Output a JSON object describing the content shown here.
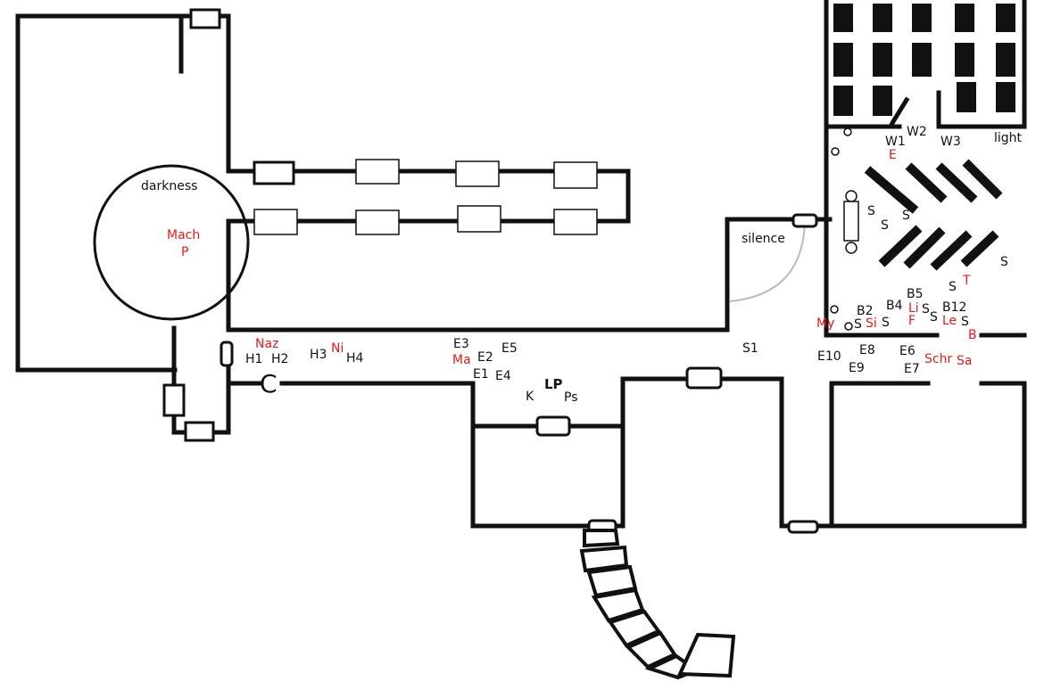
{
  "labels": {
    "darkness": "darkness",
    "silence": "silence",
    "light": "light",
    "mach": "Mach",
    "p": "P",
    "naz": "Naz",
    "h1": "H1",
    "h2": "H2",
    "h3": "H3",
    "ni": "Ni",
    "h4": "H4",
    "c": "C",
    "e3": "E3",
    "e2": "E2",
    "e5": "E5",
    "ma": "Ma",
    "e1": "E1",
    "e4": "E4",
    "k": "K",
    "lp": "LP",
    "ps": "Ps",
    "s1": "S1",
    "w1": "W1",
    "w2": "W2",
    "w3": "W3",
    "e_red": "E",
    "s": "S",
    "t": "T",
    "b5": "B5",
    "b2": "B2",
    "b4": "B4",
    "li": "Li",
    "b12": "B12",
    "my": "My",
    "si": "Si",
    "f": "F",
    "le": "Le",
    "b_red": "B",
    "e8": "E8",
    "e6": "E6",
    "e10": "E10",
    "e9": "E9",
    "e7": "E7",
    "schr": "Schr",
    "sa": "Sa"
  },
  "colors": {
    "wall": "#111111",
    "marker_red": "#e21b1b",
    "door_arc": "#bbbbbb"
  }
}
